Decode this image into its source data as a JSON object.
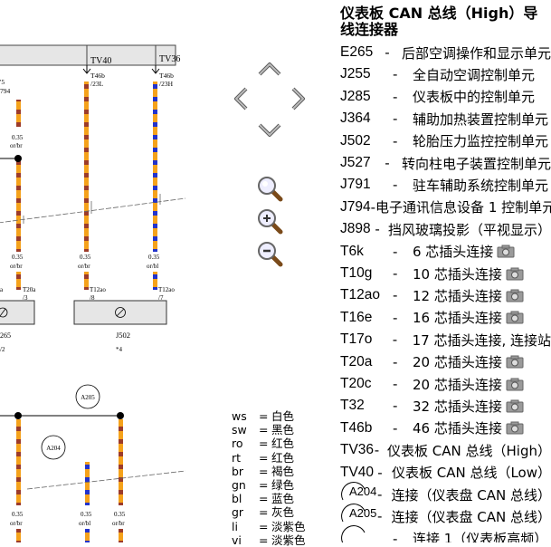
{
  "diagram": {
    "connectors": {
      "tv40": "TV40",
      "tv36": "TV36",
      "t46b_23l": [
        "T46b",
        "/23L"
      ],
      "t46b_23h": [
        "T46b",
        "/23H"
      ],
      "left_top_partial": [
        "'5",
        "794"
      ]
    },
    "wire_labels": {
      "w1_upper": [
        "0.35",
        "or/br"
      ],
      "w1_lower": [
        "0.35",
        "or/br"
      ],
      "w2_lower": [
        "0.35",
        "or/br"
      ],
      "w3_lower": [
        "0.35",
        "or/bl"
      ],
      "bottom_w1": [
        "0.35",
        "or/br"
      ],
      "bottom_w2": [
        "0.35",
        "or/bl"
      ],
      "bottom_w3": [
        "0.35",
        "or/br"
      ]
    },
    "pin_labels": {
      "t20a_3": [
        "T20a",
        "/3"
      ],
      "t12ao_8": [
        "T12ao",
        "/8"
      ],
      "t12ao_7": [
        "T12ao",
        "/7"
      ],
      "left_partial": "a"
    },
    "components": {
      "j502": "J502",
      "j502_note": "*4",
      "left_partial_265": "265",
      "left_partial_2": "/2"
    },
    "junctions": {
      "a205": "A205",
      "a204": "A204"
    }
  },
  "nav": {
    "up_icon": "arrow-up-icon",
    "left_icon": "arrow-left-icon",
    "right_icon": "arrow-right-icon",
    "down_icon": "arrow-down-icon",
    "zoom_fit_icon": "zoom-fit-icon",
    "zoom_in_icon": "zoom-in-icon",
    "zoom_out_icon": "zoom-out-icon"
  },
  "legend": [
    {
      "code": "ws",
      "name": "白色"
    },
    {
      "code": "sw",
      "name": "黑色"
    },
    {
      "code": "ro",
      "name": "红色"
    },
    {
      "code": "rt",
      "name": "红色"
    },
    {
      "code": "br",
      "name": "褐色"
    },
    {
      "code": "gn",
      "name": "绿色"
    },
    {
      "code": "bl",
      "name": "蓝色"
    },
    {
      "code": "gr",
      "name": "灰色"
    },
    {
      "code": "li",
      "name": "淡紫色"
    },
    {
      "code": "vi",
      "name": "淡紫色"
    }
  ],
  "panel": {
    "title": "仪表板 CAN 总线（High）导线连接器",
    "items": [
      {
        "code": "E265",
        "desc": "后部空调操作和显示单元",
        "camera": false
      },
      {
        "code": "J255",
        "desc": "全自动空调控制单元",
        "camera": false
      },
      {
        "code": "J285",
        "desc": "仪表板中的控制单元",
        "camera": false
      },
      {
        "code": "J364",
        "desc": "辅助加热装置控制单元",
        "camera": false
      },
      {
        "code": "J502",
        "desc": "轮胎压力监控控制单元",
        "camera": false
      },
      {
        "code": "J527",
        "desc": "转向柱电子装置控制单元",
        "camera": false
      },
      {
        "code": "J791",
        "desc": "驻车辅助系统控制单元",
        "camera": false
      },
      {
        "code": "J794",
        "desc": "电子通讯信息设备 1 控制单元",
        "camera": false
      },
      {
        "code": "J898",
        "desc": "挡风玻璃投影（平视显示）",
        "camera": false
      },
      {
        "code": "T6k",
        "desc": "6 芯插头连接",
        "camera": true
      },
      {
        "code": "T10g",
        "desc": "10 芯插头连接",
        "camera": true
      },
      {
        "code": "T12ao",
        "desc": "12 芯插头连接",
        "camera": true
      },
      {
        "code": "T16e",
        "desc": "16 芯插头连接",
        "camera": true
      },
      {
        "code": "T17o",
        "desc": "17 芯插头连接, 连接站",
        "camera": false
      },
      {
        "code": "T20a",
        "desc": "20 芯插头连接",
        "camera": true
      },
      {
        "code": "T20c",
        "desc": "20 芯插头连接",
        "camera": true
      },
      {
        "code": "T32",
        "desc": "32 芯插头连接",
        "camera": true
      },
      {
        "code": "T46b",
        "desc": "46 芯插头连接",
        "camera": true
      },
      {
        "code": "TV36",
        "desc": "仪表板 CAN 总线（High）",
        "camera": false
      },
      {
        "code": "TV40",
        "desc": "仪表板 CAN 总线（Low）",
        "camera": false
      },
      {
        "code": "A204",
        "desc": "连接（仪表盘 CAN 总线）",
        "camera": false,
        "circle": true
      },
      {
        "code": "A205",
        "desc": "连接（仪表盘 CAN 总线）",
        "camera": false,
        "circle": true
      },
      {
        "code": "",
        "desc": "连接 1（仪表板高频）",
        "camera": false,
        "circle": true
      }
    ]
  },
  "colors": {
    "wire_orange": "#f5a21b",
    "wire_brown": "#9c3b2a",
    "wire_blue": "#2233cc",
    "bus_fill": "#e6e6e6"
  }
}
